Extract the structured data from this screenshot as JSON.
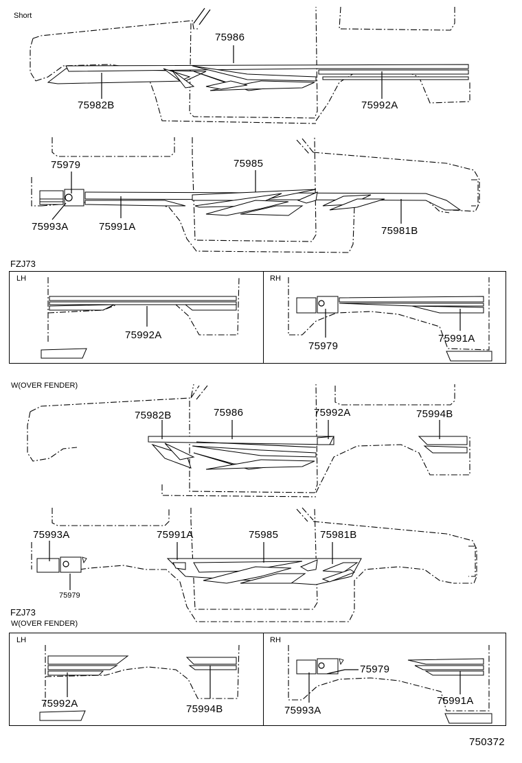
{
  "sections": {
    "short": "Short",
    "fzj73": "FZJ73",
    "over_fender": "W(OVER FENDER)",
    "fzj73_2": "FZJ73",
    "over_fender_2": "W(OVER FENDER)"
  },
  "sides": {
    "lh": "LH",
    "rh": "RH",
    "lh2": "LH",
    "rh2": "RH"
  },
  "parts": {
    "p75986a": "75986",
    "p75982Ba": "75982B",
    "p75992Aa": "75992A",
    "p75979a": "75979",
    "p75985a": "75985",
    "p75993Aa": "75993A",
    "p75991Aa": "75991A",
    "p75981Ba": "75981B",
    "p75992Ab": "75992A",
    "p75979b": "75979",
    "p75991Ab": "75991A",
    "p75982Bb": "75982B",
    "p75986b": "75986",
    "p75992Ac": "75992A",
    "p75994Ba": "75994B",
    "p75993Ab": "75993A",
    "p75991Ac": "75991A",
    "p75985b": "75985",
    "p75981Bb": "75981B",
    "p75979c": "75979",
    "p75992Ad": "75992A",
    "p75994Bb": "75994B",
    "p75979d": "75979",
    "p75993Ac": "75993A",
    "p75991Ad": "75991A"
  },
  "figure_number": "750372"
}
